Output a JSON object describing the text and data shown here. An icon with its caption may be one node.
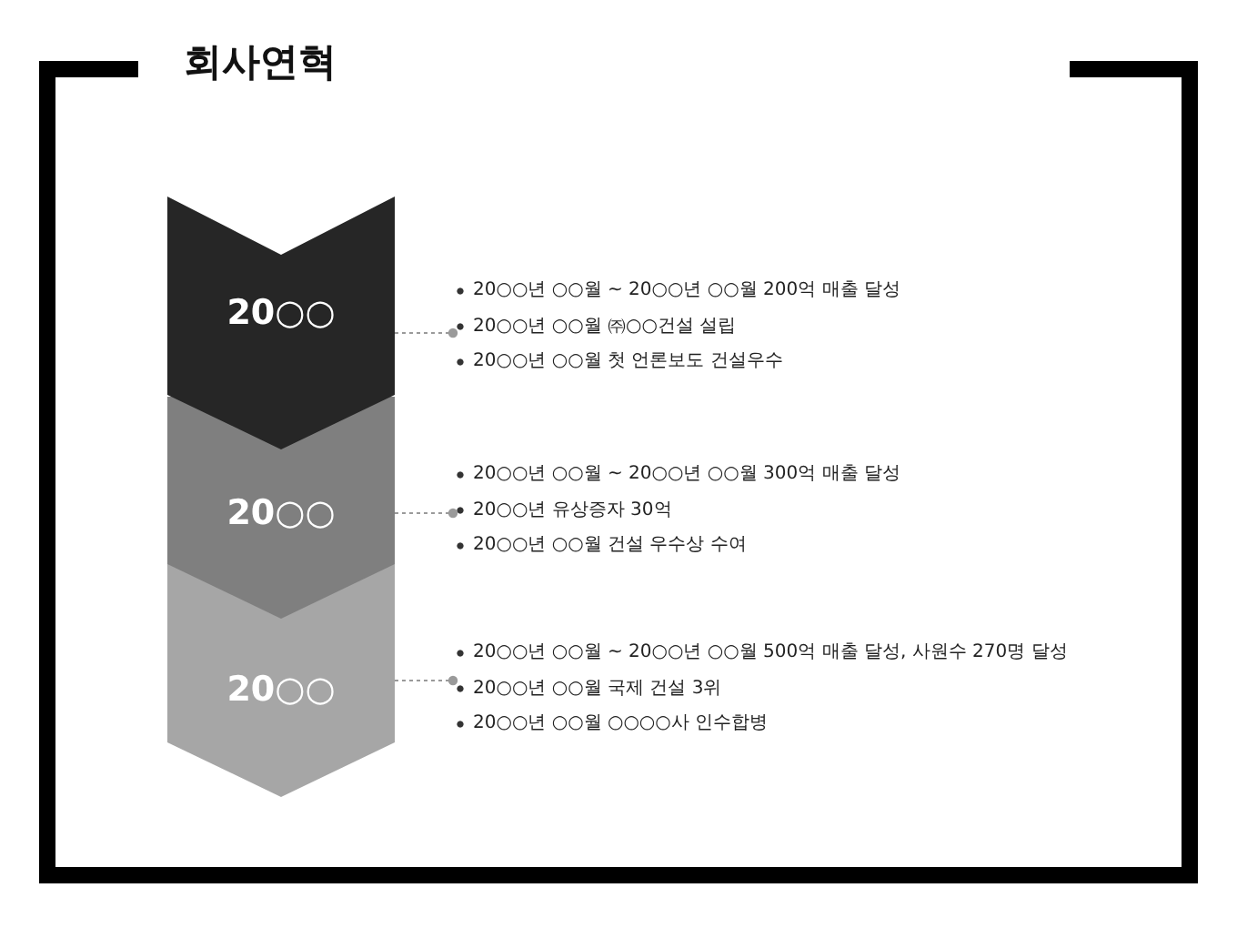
{
  "diagram": {
    "title": "회사연혁",
    "nodes": [
      {
        "text": [
          "20○○"
        ]
      },
      {
        "text": [
          "20○○년 ○○월 ~ 20○○년 ○○월 200억 매출 달성",
          "20○○년 ○○월 ㈜○○건설 설립",
          "20○○년 ○○월 첫 언론보도 건설우수"
        ]
      },
      {
        "text": [
          "20○○"
        ]
      },
      {
        "text": [
          "20○○년 ○○월 ~ 20○○년 ○○월 300억 매출 달성",
          "20○○년 유상증자 30억",
          "20○○년 ○○월 건설 우수상 수여"
        ]
      },
      {
        "text": [
          "20○○"
        ]
      },
      {
        "text": [
          "20○○년 ○○월 ~ 20○○년 ○○월 500억 매출 달성, 사원수 270명 달성",
          "20○○년 ○○월 국제 건설 3위",
          "20○○년 ○○월 ○○○○사 인수합병"
        ]
      }
    ],
    "edges": [
      {
        "from": 0,
        "to": 1,
        "arrow": "other",
        "style": "dashed"
      },
      {
        "from": 2,
        "to": 3,
        "arrow": "other",
        "style": "dashed"
      },
      {
        "from": 4,
        "to": 5,
        "arrow": "other",
        "style": "dashed"
      }
    ]
  }
}
